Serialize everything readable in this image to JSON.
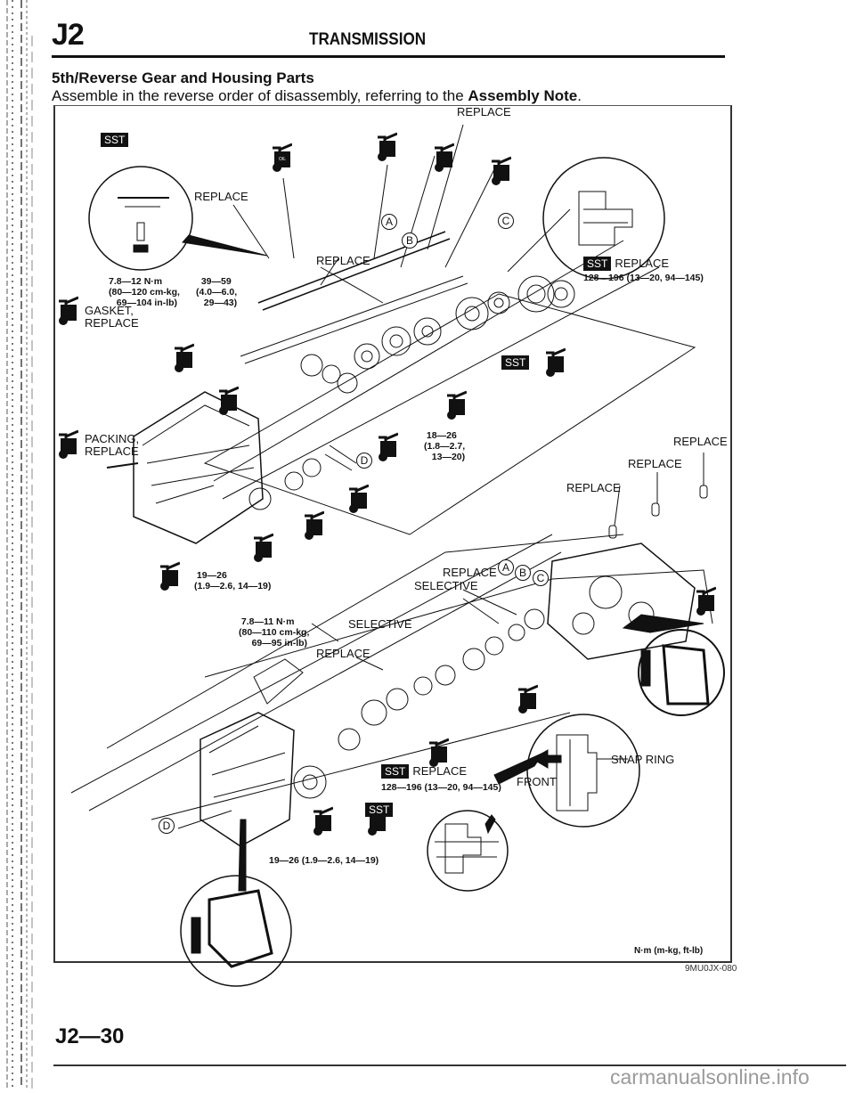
{
  "header": {
    "section_code": "J2",
    "title": "TRANSMISSION"
  },
  "section": {
    "title": "5th/Reverse Gear and Housing Parts",
    "description_prefix": "Assemble in the reverse order of disassembly, referring to the ",
    "description_bold": "Assembly Note",
    "description_suffix": "."
  },
  "diagram": {
    "labels": {
      "replace": "REPLACE",
      "sst": "SST",
      "gasket_replace_1": "GASKET,",
      "gasket_replace_2": "REPLACE",
      "packing_replace_1": "PACKING,",
      "packing_replace_2": "REPLACE",
      "selective": "SELECTIVE",
      "snap_ring": "SNAP RING",
      "front": "FRONT",
      "oil": "OIL"
    },
    "callout_letters": [
      "A",
      "B",
      "C",
      "D"
    ],
    "torque_specs": {
      "shift_bolt": [
        "7.8—12 N·m",
        "(80—120 cm-kg,",
        "69—104 in-lb)"
      ],
      "plug": [
        "39—59",
        "(4.0—6.0,",
        "29—43)"
      ],
      "locknut_top": "128—196 (13—20, 94—145)",
      "bolt_middle": [
        "18—26",
        "(1.8—2.7,",
        "13—20)"
      ],
      "bolt_left": [
        "19—26",
        "(1.9—2.6, 14—19)"
      ],
      "cover_bolt": [
        "7.8—11 N·m",
        "(80—110 cm-kg,",
        "69—95 in-lb)"
      ],
      "locknut_bottom": "128—196 (13—20, 94—145)",
      "bolt_bottom": "19—26 (1.9—2.6, 14—19)"
    }
  },
  "footer": {
    "units": "N·m (m-kg, ft-lb)",
    "figure_id": "9MU0JX-080",
    "page_number": "J2—30",
    "watermark": "carmanualsonline.info"
  }
}
